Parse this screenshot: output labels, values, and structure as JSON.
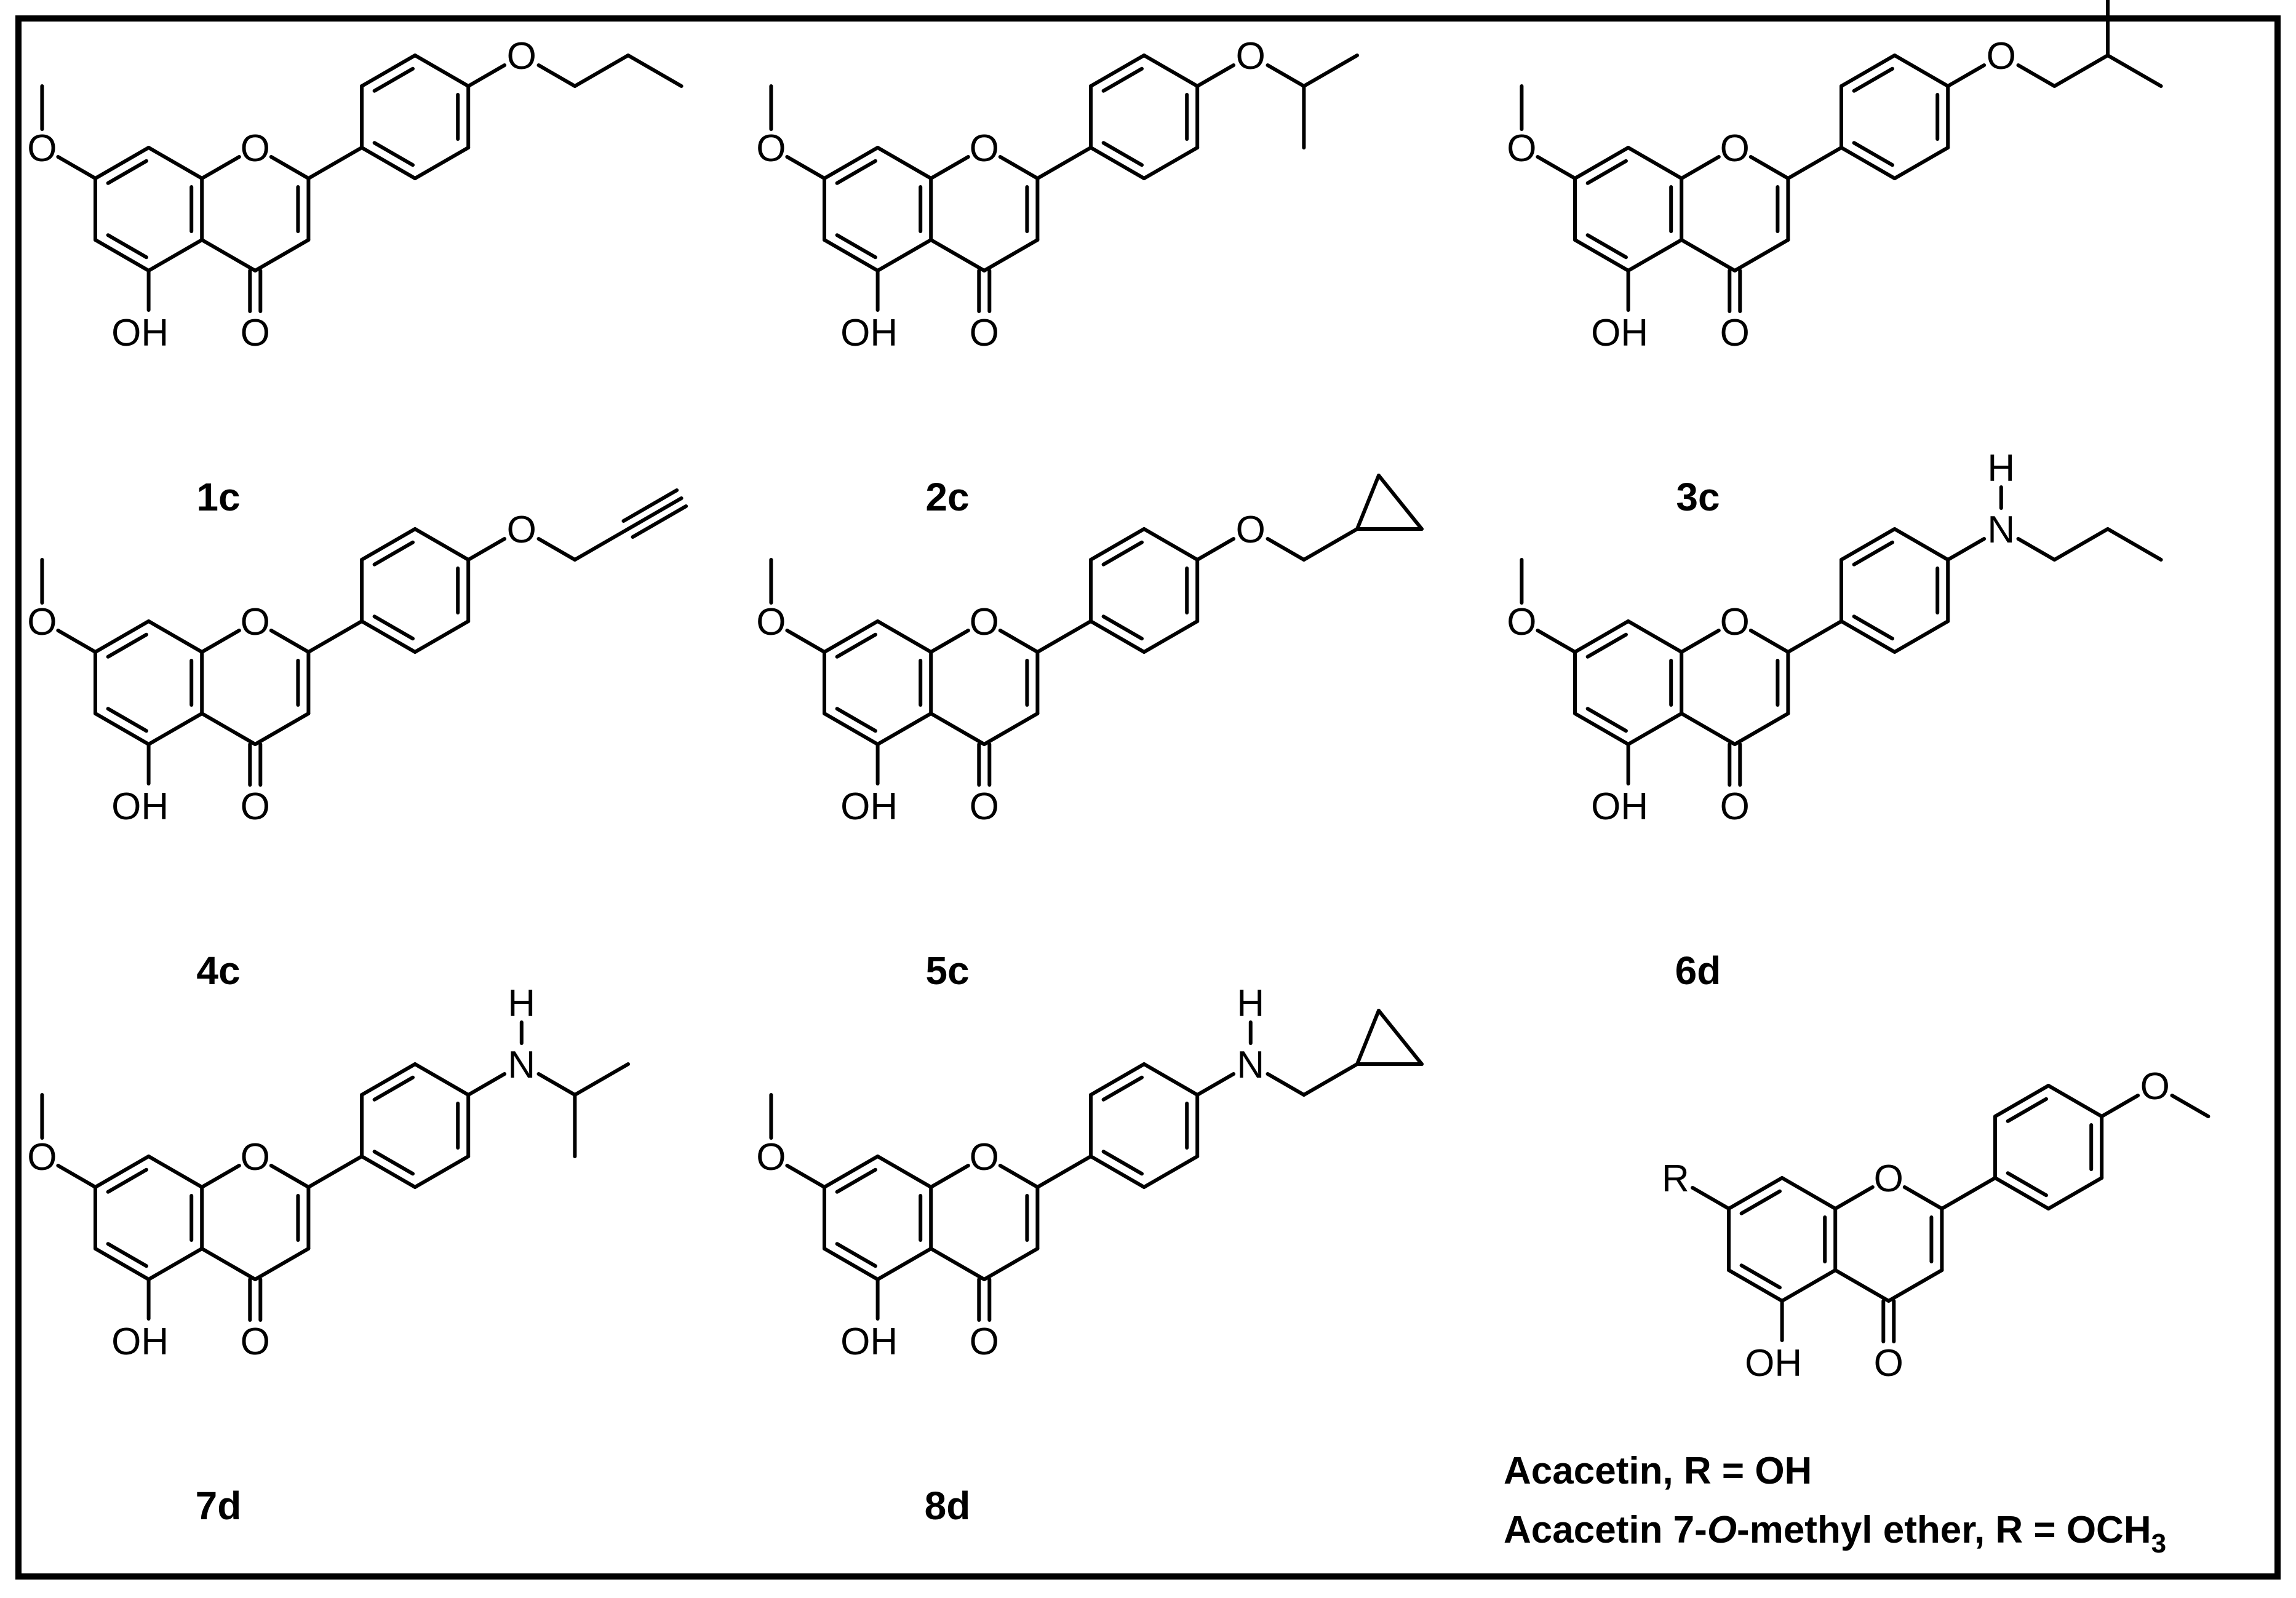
{
  "atoms": {
    "oxygen": "O",
    "hydroxyl": "OH",
    "nitrogen": "N",
    "hydrogen": "H",
    "r_group": "R"
  },
  "compounds": [
    {
      "id": "1c",
      "label": "1c",
      "substituent": "O-propyl"
    },
    {
      "id": "2c",
      "label": "2c",
      "substituent": "O-isopropyl"
    },
    {
      "id": "3c",
      "label": "3c",
      "substituent": "O-isobutyl"
    },
    {
      "id": "4c",
      "label": "4c",
      "substituent": "O-propargyl"
    },
    {
      "id": "5c",
      "label": "5c",
      "substituent": "O-cyclopropylmethyl"
    },
    {
      "id": "6d",
      "label": "6d",
      "substituent": "NH-propyl"
    },
    {
      "id": "7d",
      "label": "7d",
      "substituent": "NH-isopropyl"
    },
    {
      "id": "8d",
      "label": "8d",
      "substituent": "NH-cyclopropylmethyl"
    },
    {
      "id": "acacetin",
      "label": "",
      "substituent": "OMe"
    }
  ],
  "caption": {
    "line1": "Acacetin, R = OH",
    "line2_prefix": "Acacetin 7-",
    "line2_italic": "O",
    "line2_mid": "-methyl ether, R = OCH",
    "line2_sub": "3"
  },
  "colors": {
    "ink": "#000000",
    "background": "#ffffff"
  }
}
